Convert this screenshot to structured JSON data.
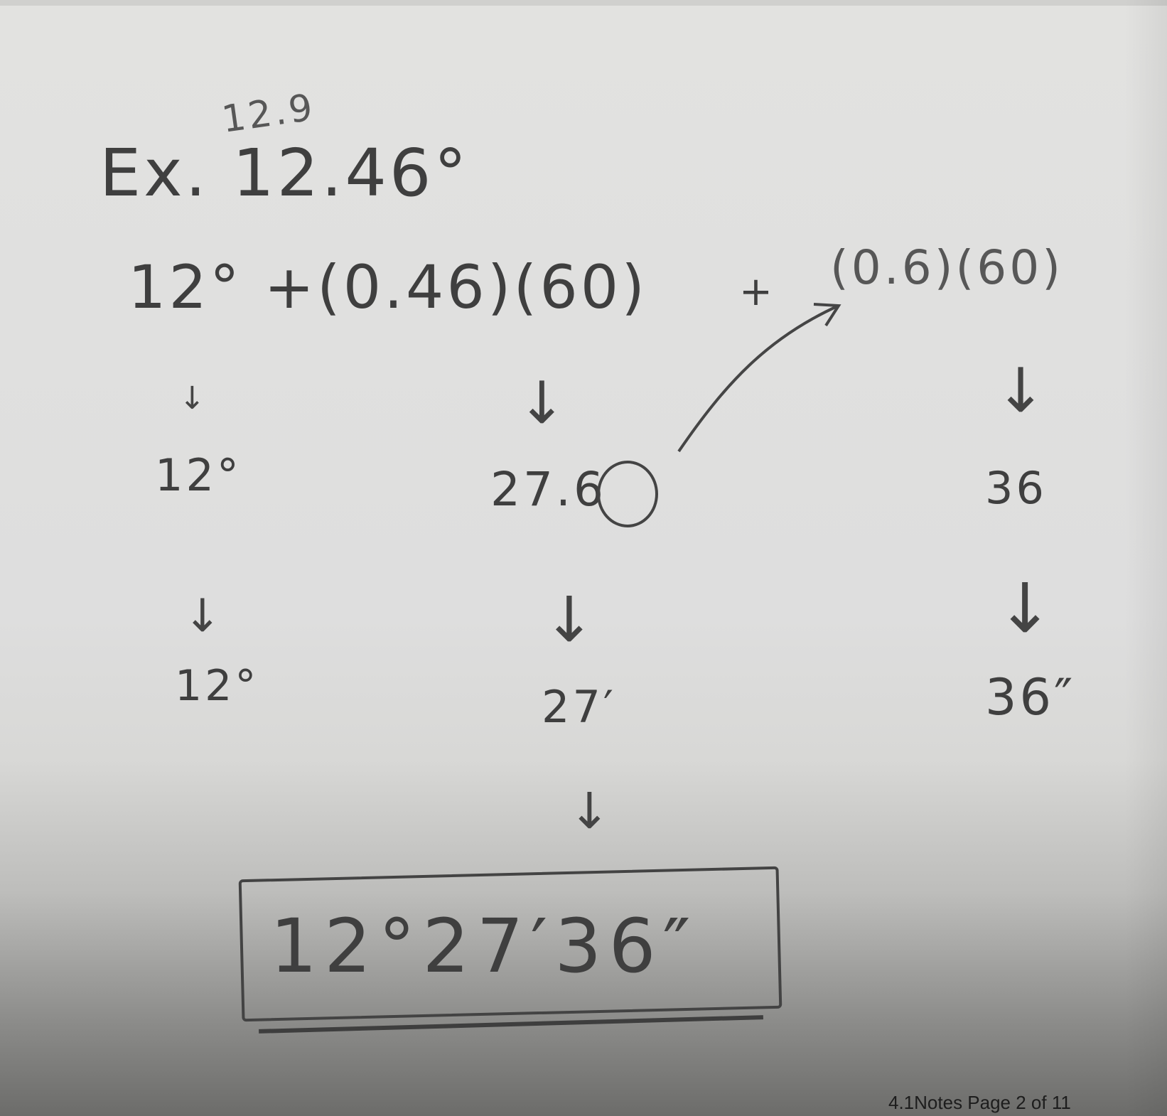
{
  "note": {
    "scribble": "12.9",
    "example": "Ex. 12.46°",
    "expression": "12° +(0.46)(60)",
    "plus": "+",
    "second_expression": "(0.6)(60)",
    "col1_step1": "12°",
    "col1_step2": "12°",
    "col2_step1": "27.6",
    "col2_step2": "27′",
    "col3_step1": "36",
    "col3_step2": "36″",
    "answer": "12°27′36″"
  },
  "footer": "4.1Notes Page 2 of 11"
}
